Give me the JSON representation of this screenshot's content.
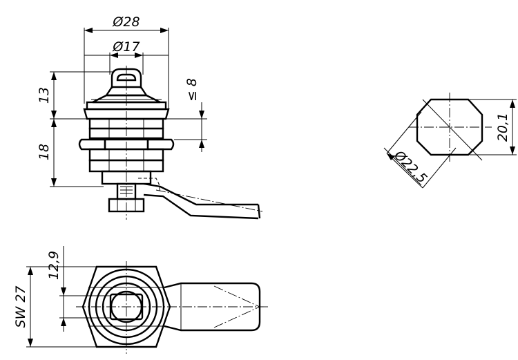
{
  "drawing": {
    "dimensions": {
      "d28": "Ø28",
      "d17": "Ø17",
      "h13": "13",
      "h18": "18",
      "le8": "≤ 8",
      "w201": "20,1",
      "d225": "Ø22,5",
      "h129": "12,9",
      "sw27": "SW 27"
    }
  }
}
